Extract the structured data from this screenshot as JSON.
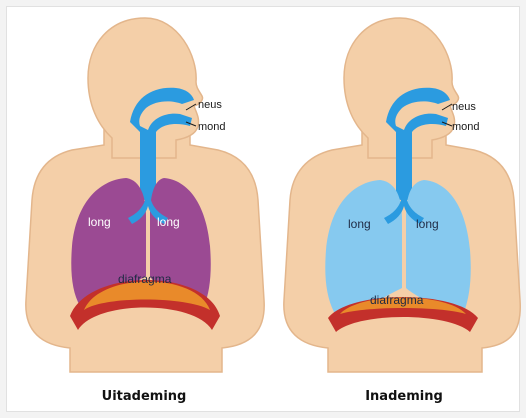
{
  "colors": {
    "skin": "#f4cfa8",
    "skin_outline": "#e3b68c",
    "airway": "#2b9be0",
    "lungs_exhale": "#9b4a93",
    "lungs_inhale": "#86c9ef",
    "diaphragm": "#e98a2a",
    "diaphragm_edge": "#c3302b",
    "label_line": "#1a1a1a"
  },
  "panels": [
    {
      "id": "exhale",
      "caption": "Uitademing",
      "labels": {
        "nose": "neus",
        "mouth": "mond",
        "lung_left": "long",
        "lung_right": "long",
        "diaphragm": "diafragma"
      }
    },
    {
      "id": "inhale",
      "caption": "Inademing",
      "labels": {
        "nose": "neus",
        "mouth": "mond",
        "lung_left": "long",
        "lung_right": "long",
        "diaphragm": "diafragma"
      }
    }
  ]
}
